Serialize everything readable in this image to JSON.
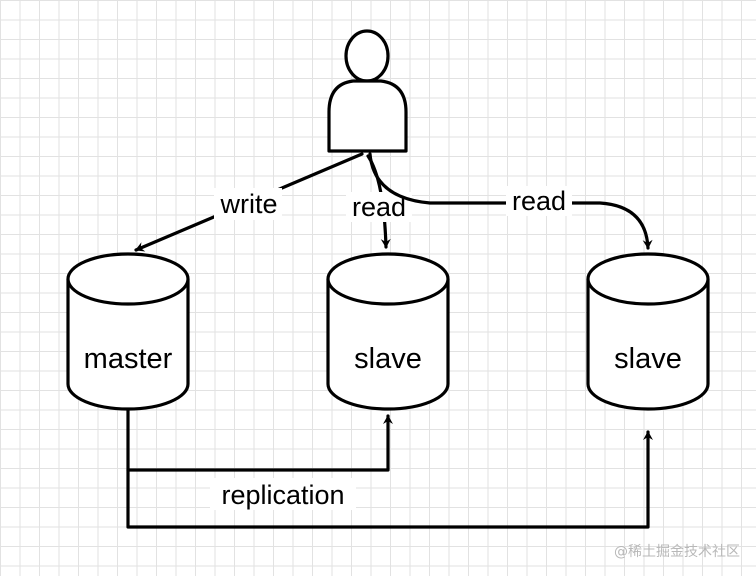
{
  "diagram": {
    "nodes": {
      "user": {
        "icon": "user-icon"
      },
      "master": {
        "label": "master"
      },
      "slave1": {
        "label": "slave"
      },
      "slave2": {
        "label": "slave"
      }
    },
    "edges": {
      "write": {
        "label": "write"
      },
      "read1": {
        "label": "read"
      },
      "read2": {
        "label": "read"
      },
      "replication": {
        "label": "replication"
      }
    }
  },
  "watermark": "@稀土掘金技术社区"
}
